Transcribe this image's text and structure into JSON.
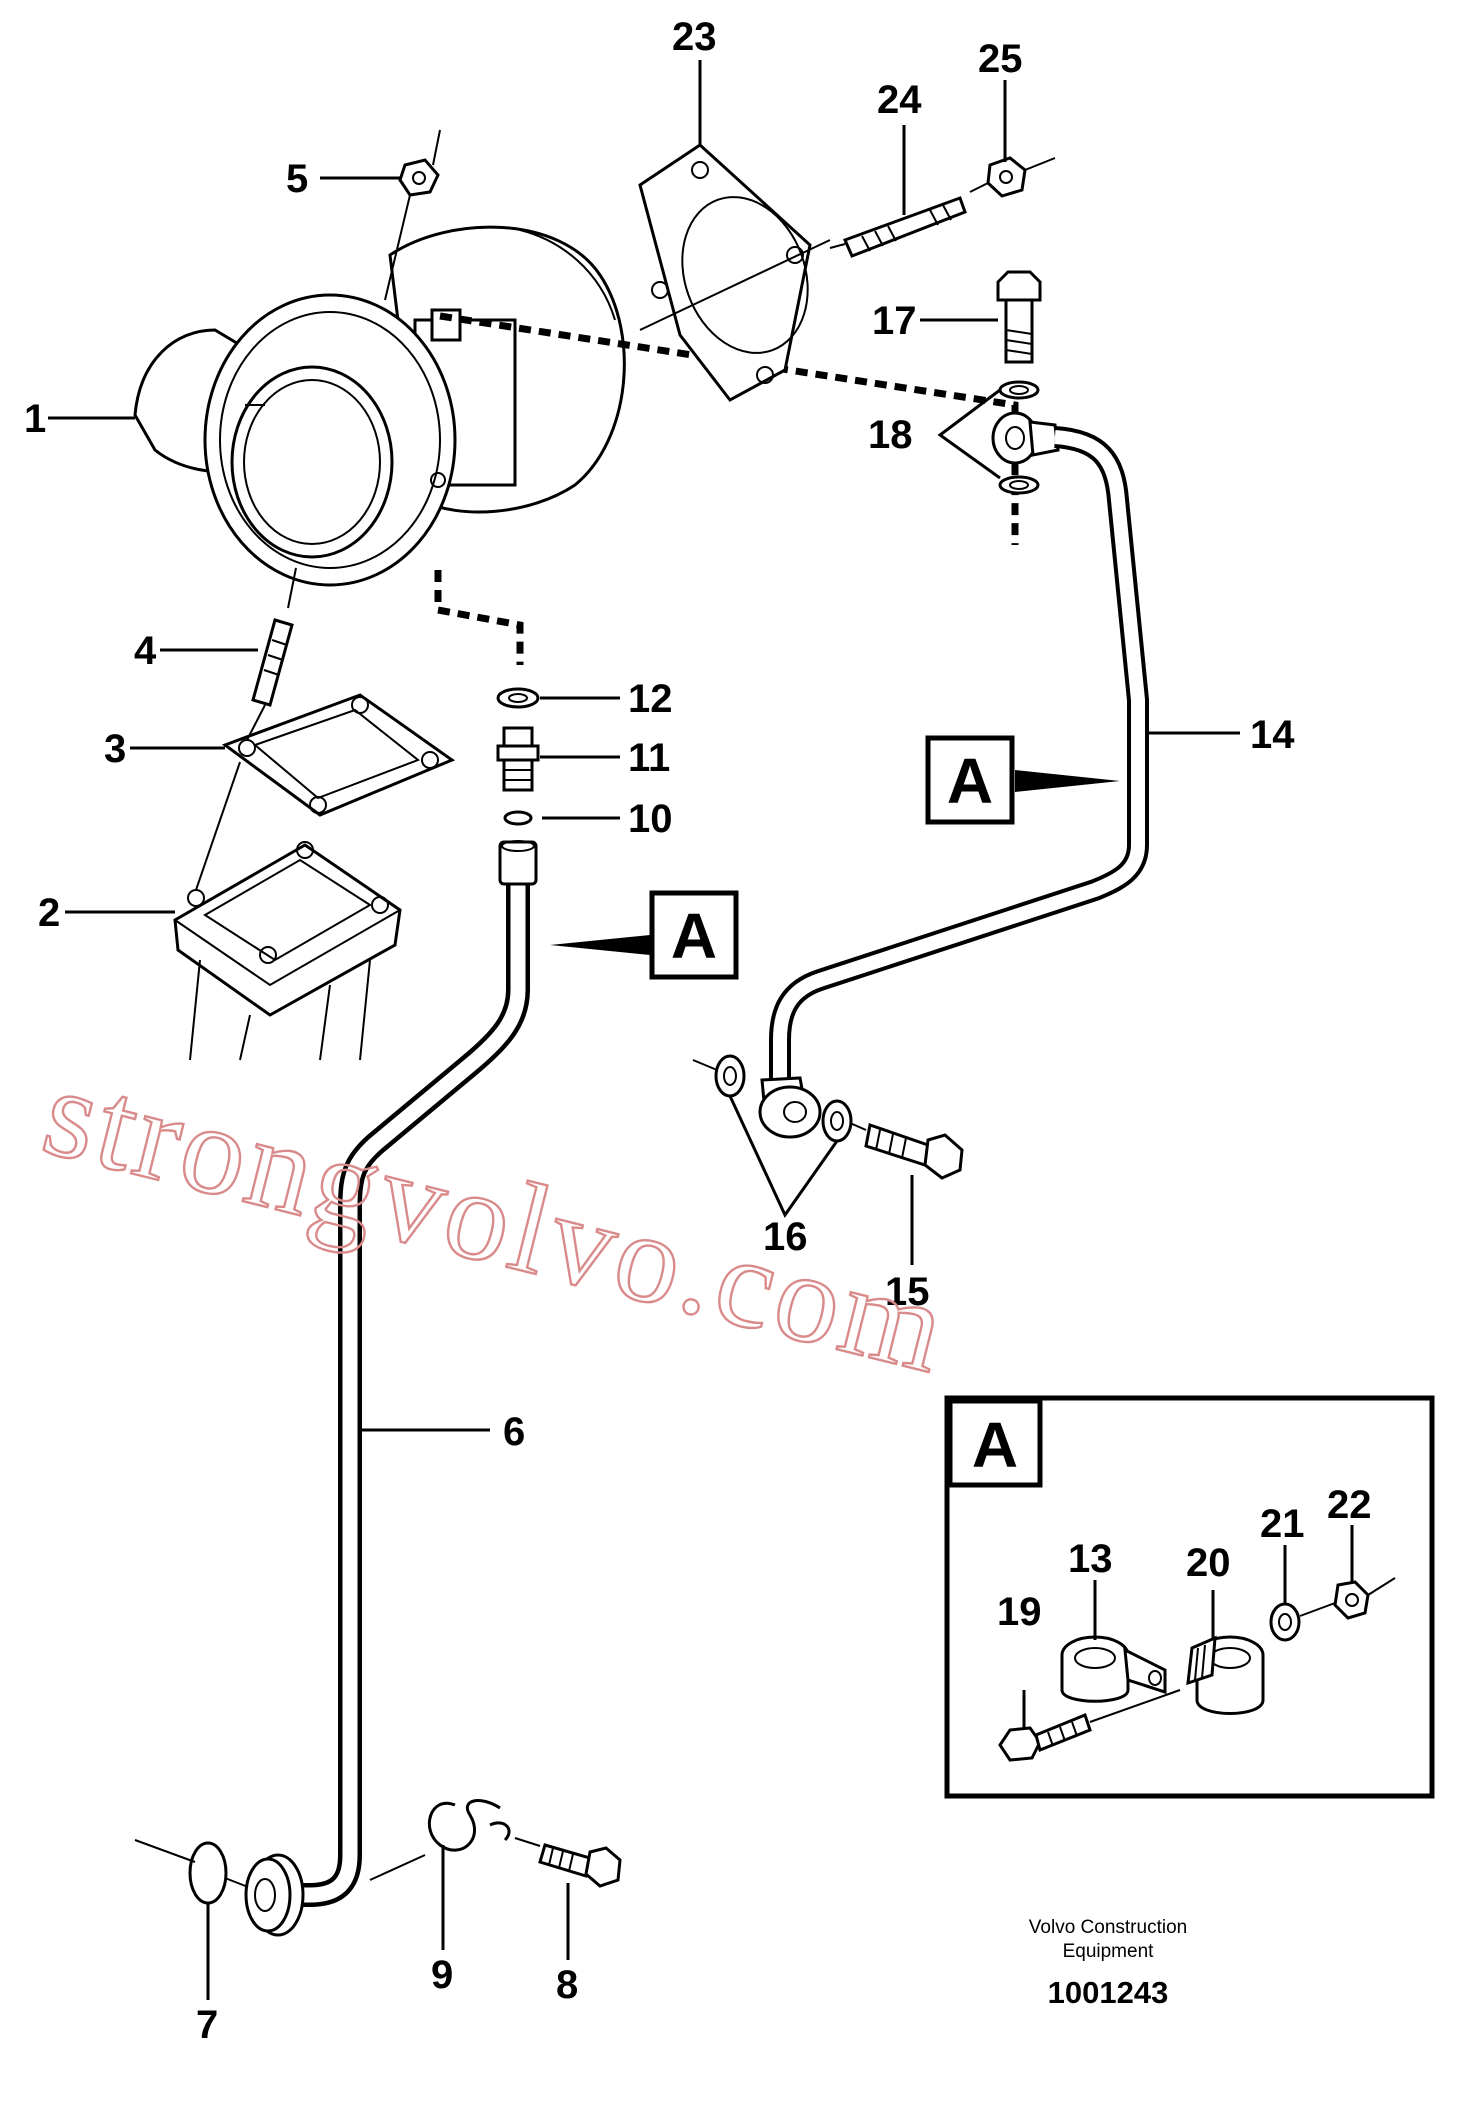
{
  "callouts": {
    "c1": "1",
    "c2": "2",
    "c3": "3",
    "c4": "4",
    "c5": "5",
    "c6": "6",
    "c7": "7",
    "c8": "8",
    "c9": "9",
    "c10": "10",
    "c11": "11",
    "c12": "12",
    "c13": "13",
    "c14": "14",
    "c15": "15",
    "c16": "16",
    "c17": "17",
    "c18": "18",
    "c19": "19",
    "c20": "20",
    "c21": "21",
    "c22": "22",
    "c23": "23",
    "c24": "24",
    "c25": "25"
  },
  "detail_label": "A",
  "watermark": "strongvolvo.com",
  "footer": {
    "company_line1": "Volvo Construction",
    "company_line2": "Equipment",
    "doc_number": "1001243"
  }
}
